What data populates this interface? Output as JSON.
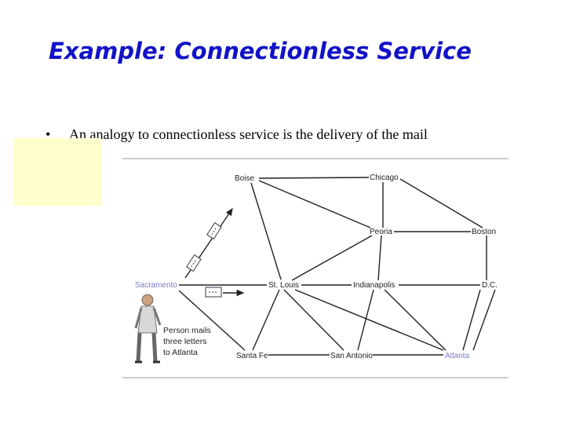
{
  "slide": {
    "title": "Example: Connectionless Service",
    "bullet": "An analogy to connectionless service is the delivery of the mail",
    "bullet_marker": "•"
  },
  "diagram": {
    "cities": {
      "boise": "Boise",
      "chicago": "Chicago",
      "peoria": "Peoria",
      "boston": "Boston",
      "sacramento": "Sacramento",
      "st_louis": "St. Louis",
      "indianapolis": "Indianapolis",
      "dc": "D.C.",
      "santa_fe": "Santa Fe",
      "san_antonio": "San Antonio",
      "atlanta": "Atlanta"
    },
    "caption_lines": [
      "Person mails",
      "three letters",
      "to Atlanta"
    ],
    "highlight_color": "#7a7acc",
    "line_color": "#222222"
  }
}
